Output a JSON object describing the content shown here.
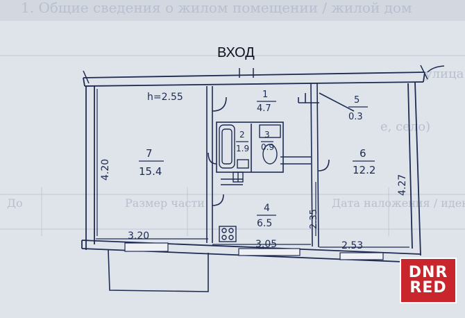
{
  "plan": {
    "entrance_label": "ВХОД",
    "ceiling_height": "h=2.55",
    "rooms": [
      {
        "number": "1",
        "area": "4.7"
      },
      {
        "number": "2",
        "area": "1.9"
      },
      {
        "number": "3",
        "area": "0.9"
      },
      {
        "number": "4",
        "area": "6.5"
      },
      {
        "number": "5",
        "area": "0.3"
      },
      {
        "number": "6",
        "area": "12.2"
      },
      {
        "number": "7",
        "area": "15.4"
      }
    ],
    "dimensions": {
      "left_wall": "4.20",
      "right_wall": "4.27",
      "kitchen_wall": "2.35",
      "bottom_left": "3.20",
      "bottom_middle": "3.05",
      "bottom_right": "2.53"
    }
  },
  "background_text": {
    "header": "1. Общие сведения о жилом помещении / жилой дом",
    "line1": "улица",
    "line2": "е, село)",
    "line3": "Дата наложения / идентификатор",
    "line4": "Размер части",
    "line5": "До"
  },
  "watermark": {
    "line1": "DNR",
    "line2": "RED"
  },
  "colors": {
    "ink": "#1d2b52",
    "paper": "#dfe3ea",
    "watermark_red": "#c8262c"
  }
}
